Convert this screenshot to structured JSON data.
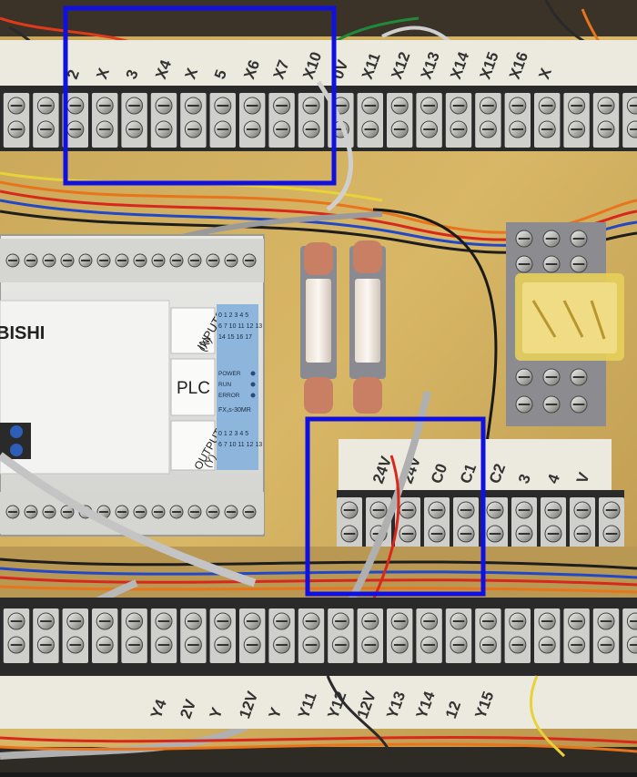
{
  "photo": {
    "subject": "PLC control panel with terminal blocks, fuses and relay",
    "plc": {
      "brand_fragment": "BISHI",
      "label_inputs": "INPUTS",
      "label_inputs_sub": "(X)",
      "label_plc": "PLC",
      "label_outputs": "OUTPUTS",
      "label_outputs_sub": "(Y)",
      "status_power": "POWER",
      "status_run": "RUN",
      "status_error": "ERROR",
      "model": "FX₁s-30MR",
      "input_leds_row1": "0 1 2 3 4 5",
      "input_leds_row2": "6 7 10 11 12 13",
      "input_leds_row3": "14 15 16 17",
      "output_leds_row1": "0 1 2 3 4 5",
      "output_leds_row2": "6 7 10 11 12 13"
    },
    "top_terminal_labels": [
      "2",
      "X",
      "3",
      "X4",
      "X",
      "5",
      "X6",
      "X7",
      "X10",
      "0V",
      "X11",
      "X12",
      "X13",
      "X14",
      "X15",
      "X16",
      "X"
    ],
    "mid_terminal_labels": [
      "24V",
      "24V",
      "C0",
      "C1",
      "C2",
      "3",
      "4",
      "V"
    ],
    "bottom_terminal_labels": [
      "Y4",
      "2V",
      "Y",
      "12V",
      "Y",
      "Y11",
      "Y12",
      "12V",
      "Y13",
      "Y14",
      "12",
      "Y15"
    ],
    "highlight_color": "#1010e0"
  }
}
